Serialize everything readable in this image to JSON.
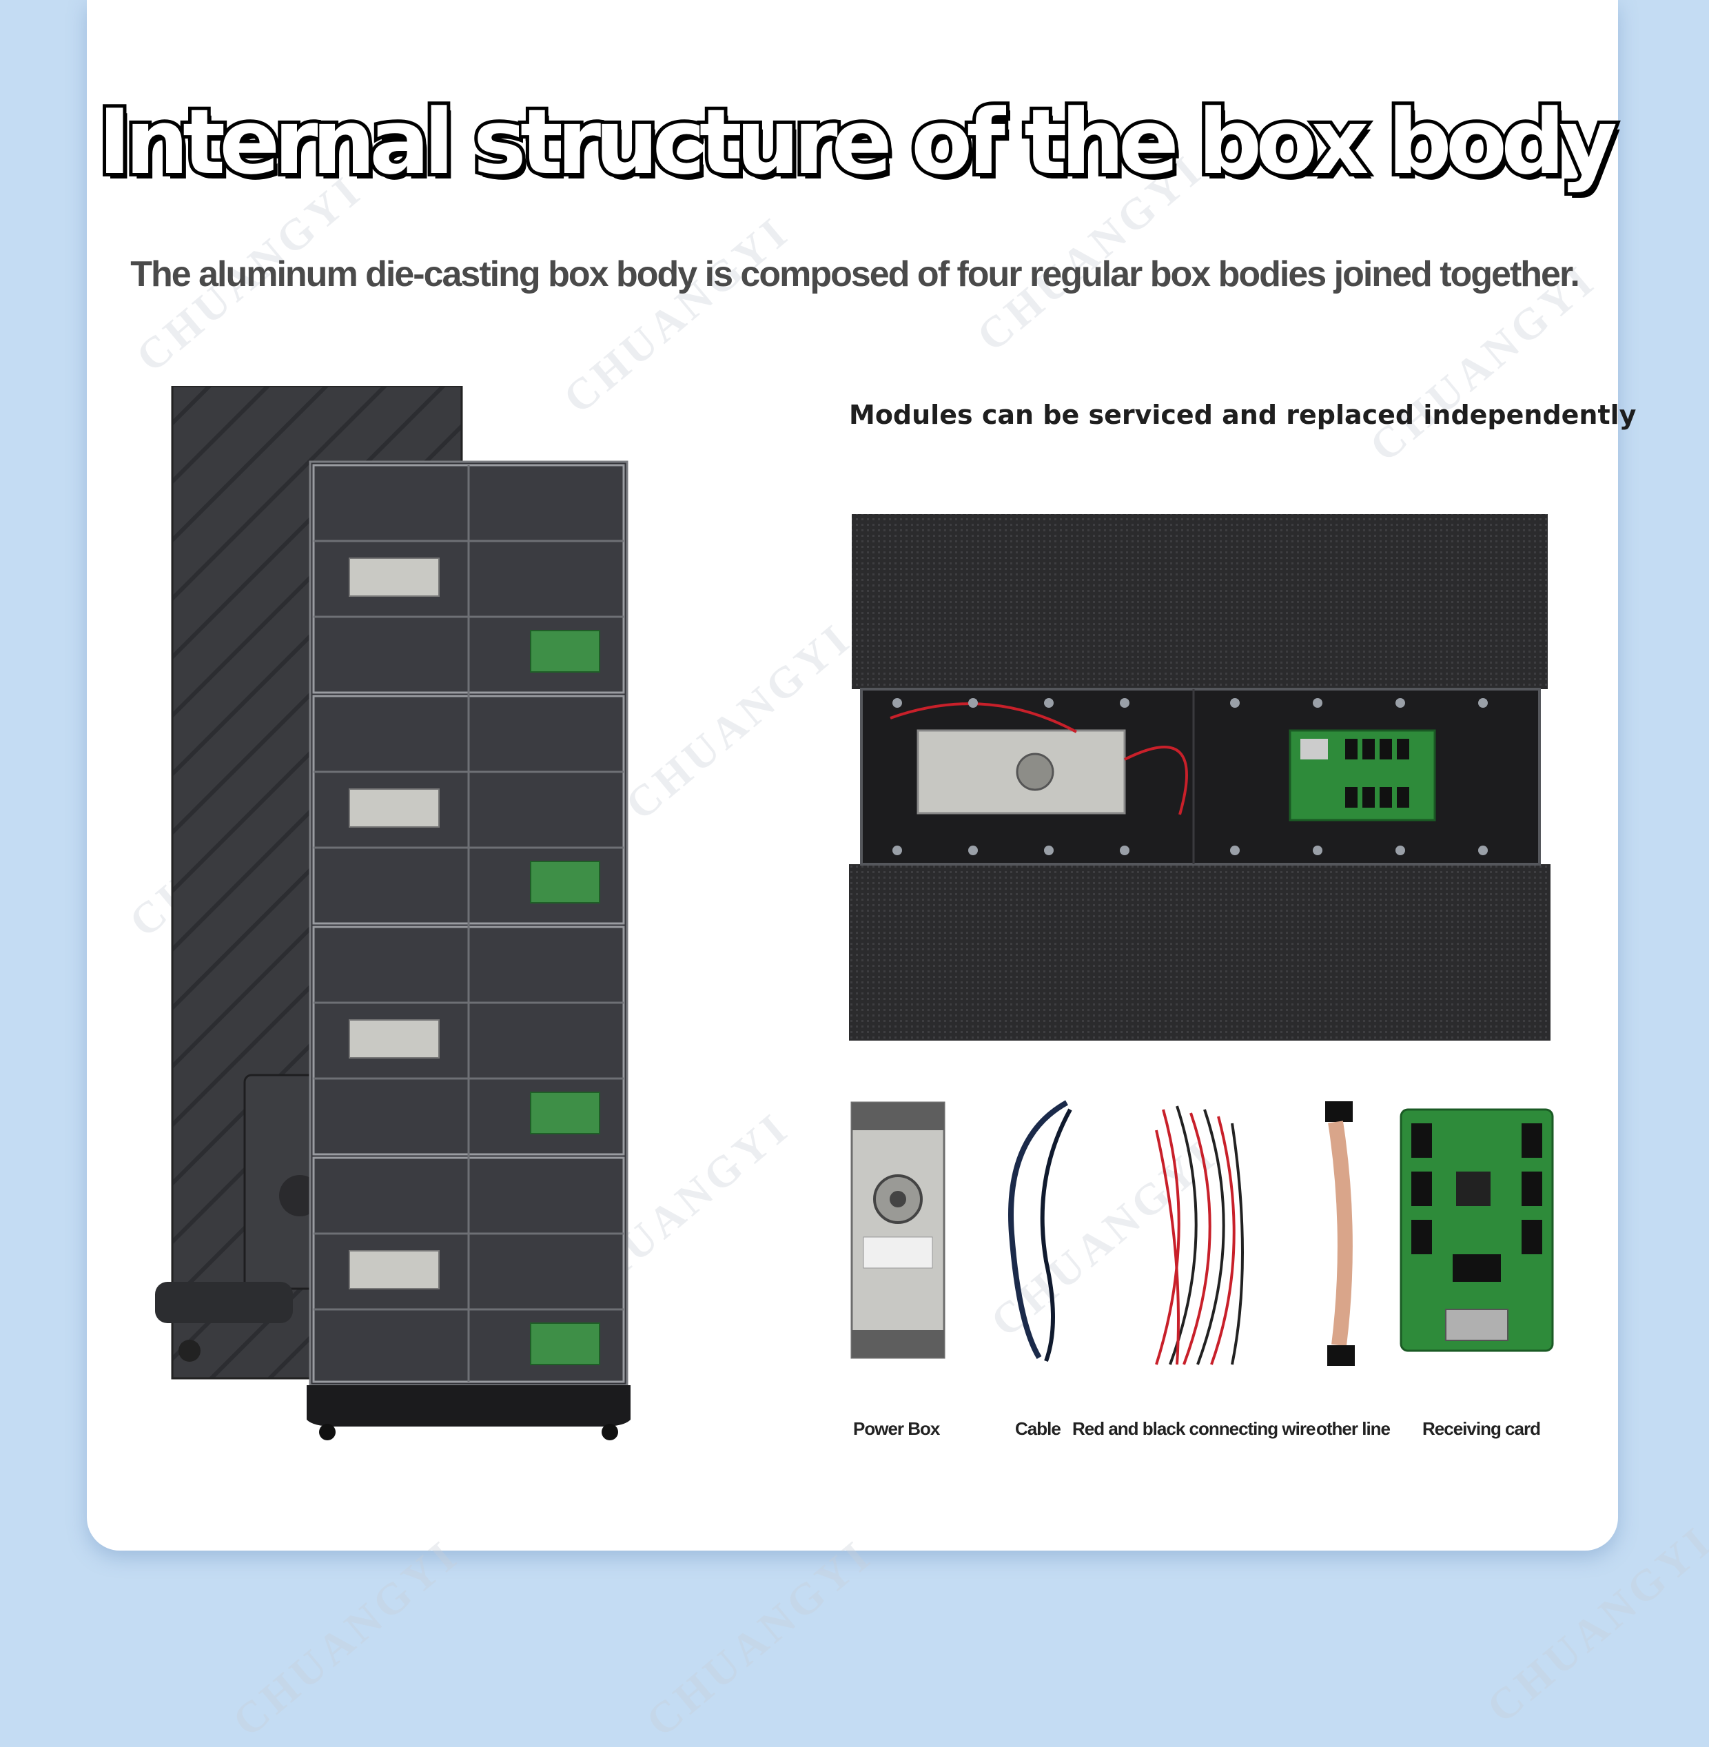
{
  "header": {
    "title": "Internal structure of the box body",
    "subtitle": "The aluminum die-casting box body is composed of four regular box bodies joined together."
  },
  "watermark_text": "CHUANGYI",
  "modules_caption": "Modules can be serviced and replaced independently",
  "accessories": [
    {
      "label": "Power Box",
      "icon": "power-supply-icon"
    },
    {
      "label": "Cable",
      "icon": "cable-icon"
    },
    {
      "label": "Red and black connecting wire",
      "icon": "wire-bundle-icon"
    },
    {
      "label": "other line",
      "icon": "ribbon-cable-icon"
    },
    {
      "label": "Receiving card",
      "icon": "circuit-board-icon"
    }
  ],
  "colors": {
    "background": "#c4dcf3",
    "card": "#ffffff",
    "cabinet": "#2f3034",
    "led_panel": "#2a2a2c",
    "pcb_green": "#2e8b3a",
    "wire_red": "#c8202a"
  }
}
